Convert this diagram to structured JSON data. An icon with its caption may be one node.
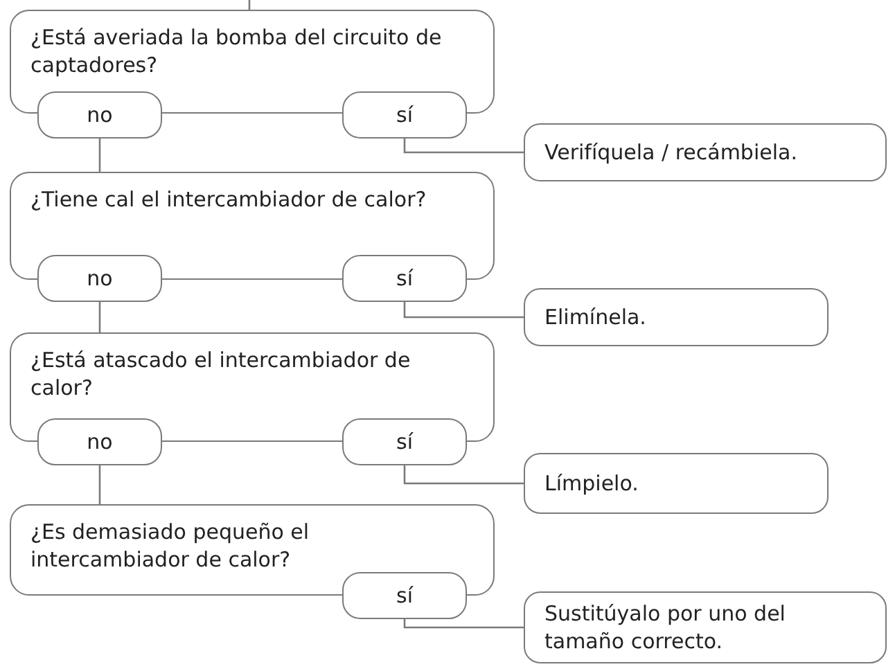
{
  "diagram": {
    "nodes": [
      {
        "text": [
          "¿Está averiada la bomba del circuito de captadores?"
        ]
      },
      {
        "text": [
          "no"
        ]
      },
      {
        "text": [
          "sí"
        ]
      },
      {
        "text": [
          "Verifíquela / recámbiela."
        ]
      },
      {
        "text": [
          "¿Tiene cal el intercambiador de calor?"
        ]
      },
      {
        "text": [
          "no"
        ]
      },
      {
        "text": [
          "sí"
        ]
      },
      {
        "text": [
          "Elimínela."
        ]
      },
      {
        "text": [
          "¿Está atascado el intercambiador de calor?"
        ]
      },
      {
        "text": [
          "no"
        ]
      },
      {
        "text": [
          "sí"
        ]
      },
      {
        "text": [
          "Límpielo."
        ]
      },
      {
        "text": [
          "¿Es demasiado pequeño el intercambiador de calor?"
        ]
      },
      {
        "text": [
          "sí"
        ]
      },
      {
        "text": [
          "Sustitúyalo por uno del tamaño correcto."
        ]
      }
    ],
    "edges": [
      {
        "from": null,
        "to": 0,
        "arrow": "none"
      },
      {
        "from": 2,
        "to": 3,
        "arrow": "none"
      },
      {
        "from": 1,
        "to": 4,
        "arrow": "none"
      },
      {
        "from": 6,
        "to": 7,
        "arrow": "none"
      },
      {
        "from": 5,
        "to": 8,
        "arrow": "none"
      },
      {
        "from": 10,
        "to": 11,
        "arrow": "none"
      },
      {
        "from": 9,
        "to": 12,
        "arrow": "none"
      },
      {
        "from": 13,
        "to": 14,
        "arrow": "none"
      }
    ]
  }
}
